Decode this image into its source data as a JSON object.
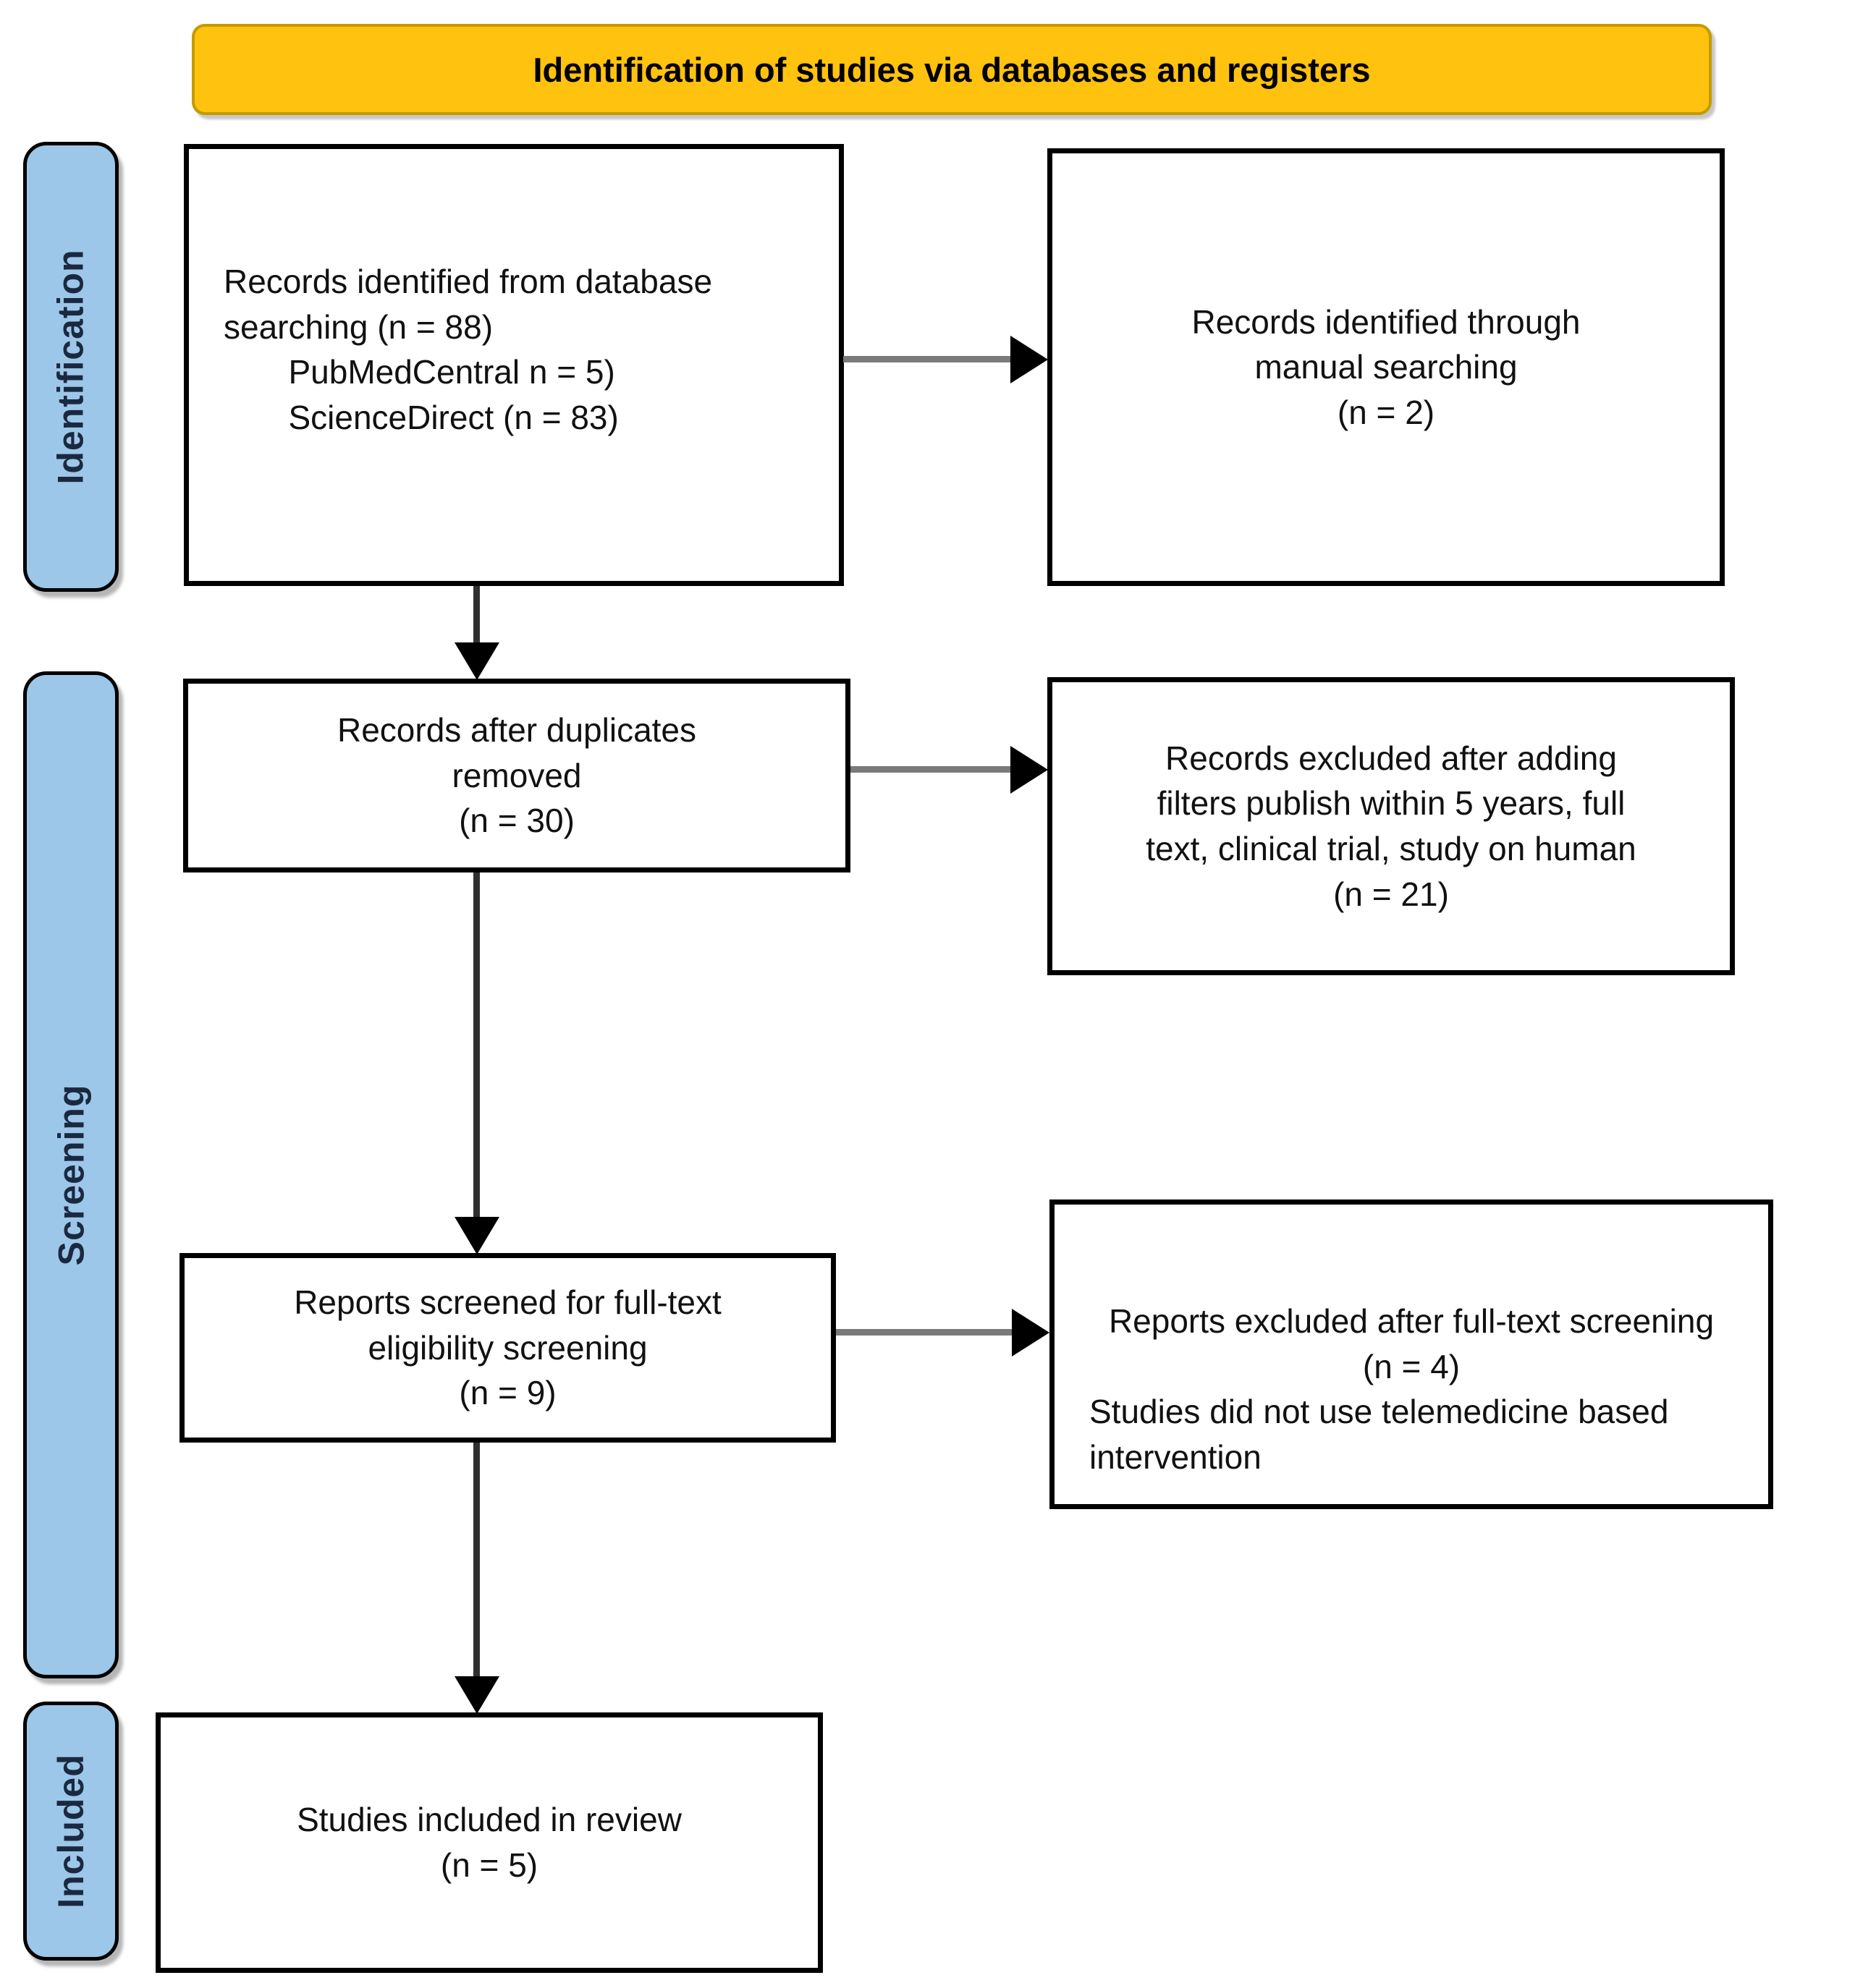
{
  "title_banner": {
    "label": "Identification of studies via databases and registers"
  },
  "colors": {
    "banner_bg": "#FFC20E",
    "banner_border": "#C49A00",
    "stage_bg": "#9CC7E8",
    "stage_text": "#1B2940",
    "box_border": "#000000",
    "horizontal_arrow": "#7A7A7A",
    "vertical_arrow": "#303030",
    "arrowhead": "#000000"
  },
  "stages": {
    "identification": {
      "label": "Identification"
    },
    "screening": {
      "label": "Screening"
    },
    "included": {
      "label": "Included"
    }
  },
  "boxes": {
    "database_records": {
      "text": "Records identified from database\nsearching (n = 88)\n       PubMedCentral n = 5)\n       ScienceDirect (n = 83)"
    },
    "manual_records": {
      "text": "Records identified through\nmanual searching\n(n = 2)"
    },
    "duplicates_removed": {
      "text": "Records after duplicates\nremoved\n(n = 30)"
    },
    "filter_excluded": {
      "text": "Records excluded after adding\nfilters publish within 5 years, full\ntext, clinical trial, study on human\n(n = 21)"
    },
    "fulltext_screened": {
      "text": "Reports screened for full-text\neligibility screening\n(n = 9)"
    },
    "fulltext_excluded": {
      "header": "Reports excluded after full-text screening\n(n = 4)",
      "note": "Studies did not use telemedicine based\nintervention"
    },
    "included_review": {
      "text": "Studies included in review\n(n = 5)"
    }
  }
}
